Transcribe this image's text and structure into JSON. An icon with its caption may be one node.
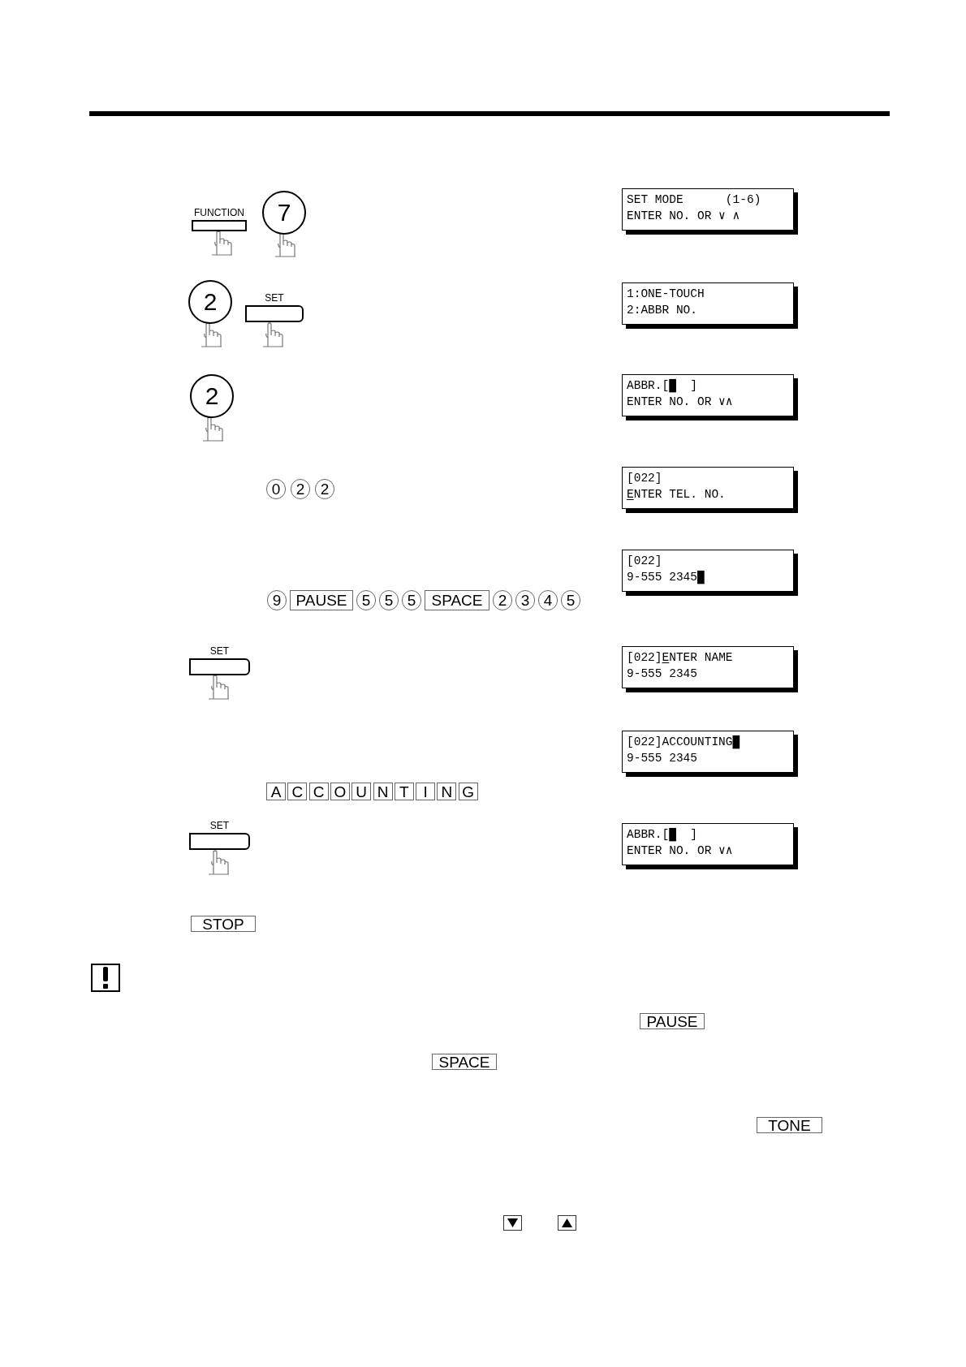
{
  "diagram": {
    "nodes": [
      {
        "text": [
          "FUNCTION"
        ]
      },
      {
        "text": [
          "7"
        ]
      },
      {
        "text": [
          "SET MODE      (1-6)",
          "ENTER NO. OR ∨ ∧"
        ]
      },
      {
        "text": [
          "2"
        ]
      },
      {
        "text": [
          "SET"
        ]
      },
      {
        "text": [
          "1:ONE-TOUCH",
          "2:ABBR NO."
        ]
      },
      {
        "text": [
          "2"
        ]
      },
      {
        "text": [
          "ABBR.[█  ]",
          "ENTER NO. OR ∨∧"
        ]
      },
      {
        "text": [
          "0"
        ]
      },
      {
        "text": [
          "2"
        ]
      },
      {
        "text": [
          "2"
        ]
      },
      {
        "text": [
          "[022]",
          "ENTER TEL. NO."
        ]
      },
      {
        "text": [
          "[022]",
          "9-555 2345█"
        ]
      },
      {
        "text": [
          "9"
        ]
      },
      {
        "text": [
          "PAUSE"
        ]
      },
      {
        "text": [
          "5"
        ]
      },
      {
        "text": [
          "5"
        ]
      },
      {
        "text": [
          "5"
        ]
      },
      {
        "text": [
          "SPACE"
        ]
      },
      {
        "text": [
          "2"
        ]
      },
      {
        "text": [
          "3"
        ]
      },
      {
        "text": [
          "4"
        ]
      },
      {
        "text": [
          "5"
        ]
      },
      {
        "text": [
          "SET"
        ]
      },
      {
        "text": [
          "[022]ENTER NAME",
          "9-555 2345"
        ]
      },
      {
        "text": [
          "[022]ACCOUNTING█",
          "9-555 2345"
        ]
      },
      {
        "text": [
          "A"
        ]
      },
      {
        "text": [
          "C"
        ]
      },
      {
        "text": [
          "C"
        ]
      },
      {
        "text": [
          "O"
        ]
      },
      {
        "text": [
          "U"
        ]
      },
      {
        "text": [
          "N"
        ]
      },
      {
        "text": [
          "T"
        ]
      },
      {
        "text": [
          "I"
        ]
      },
      {
        "text": [
          "N"
        ]
      },
      {
        "text": [
          "G"
        ]
      },
      {
        "text": [
          "SET"
        ]
      },
      {
        "text": [
          "ABBR.[█  ]",
          "ENTER NO. OR ∨∧"
        ]
      },
      {
        "text": [
          "STOP"
        ]
      },
      {
        "text": [
          "PAUSE"
        ]
      },
      {
        "text": [
          "SPACE"
        ]
      },
      {
        "text": [
          "TONE"
        ]
      }
    ]
  }
}
